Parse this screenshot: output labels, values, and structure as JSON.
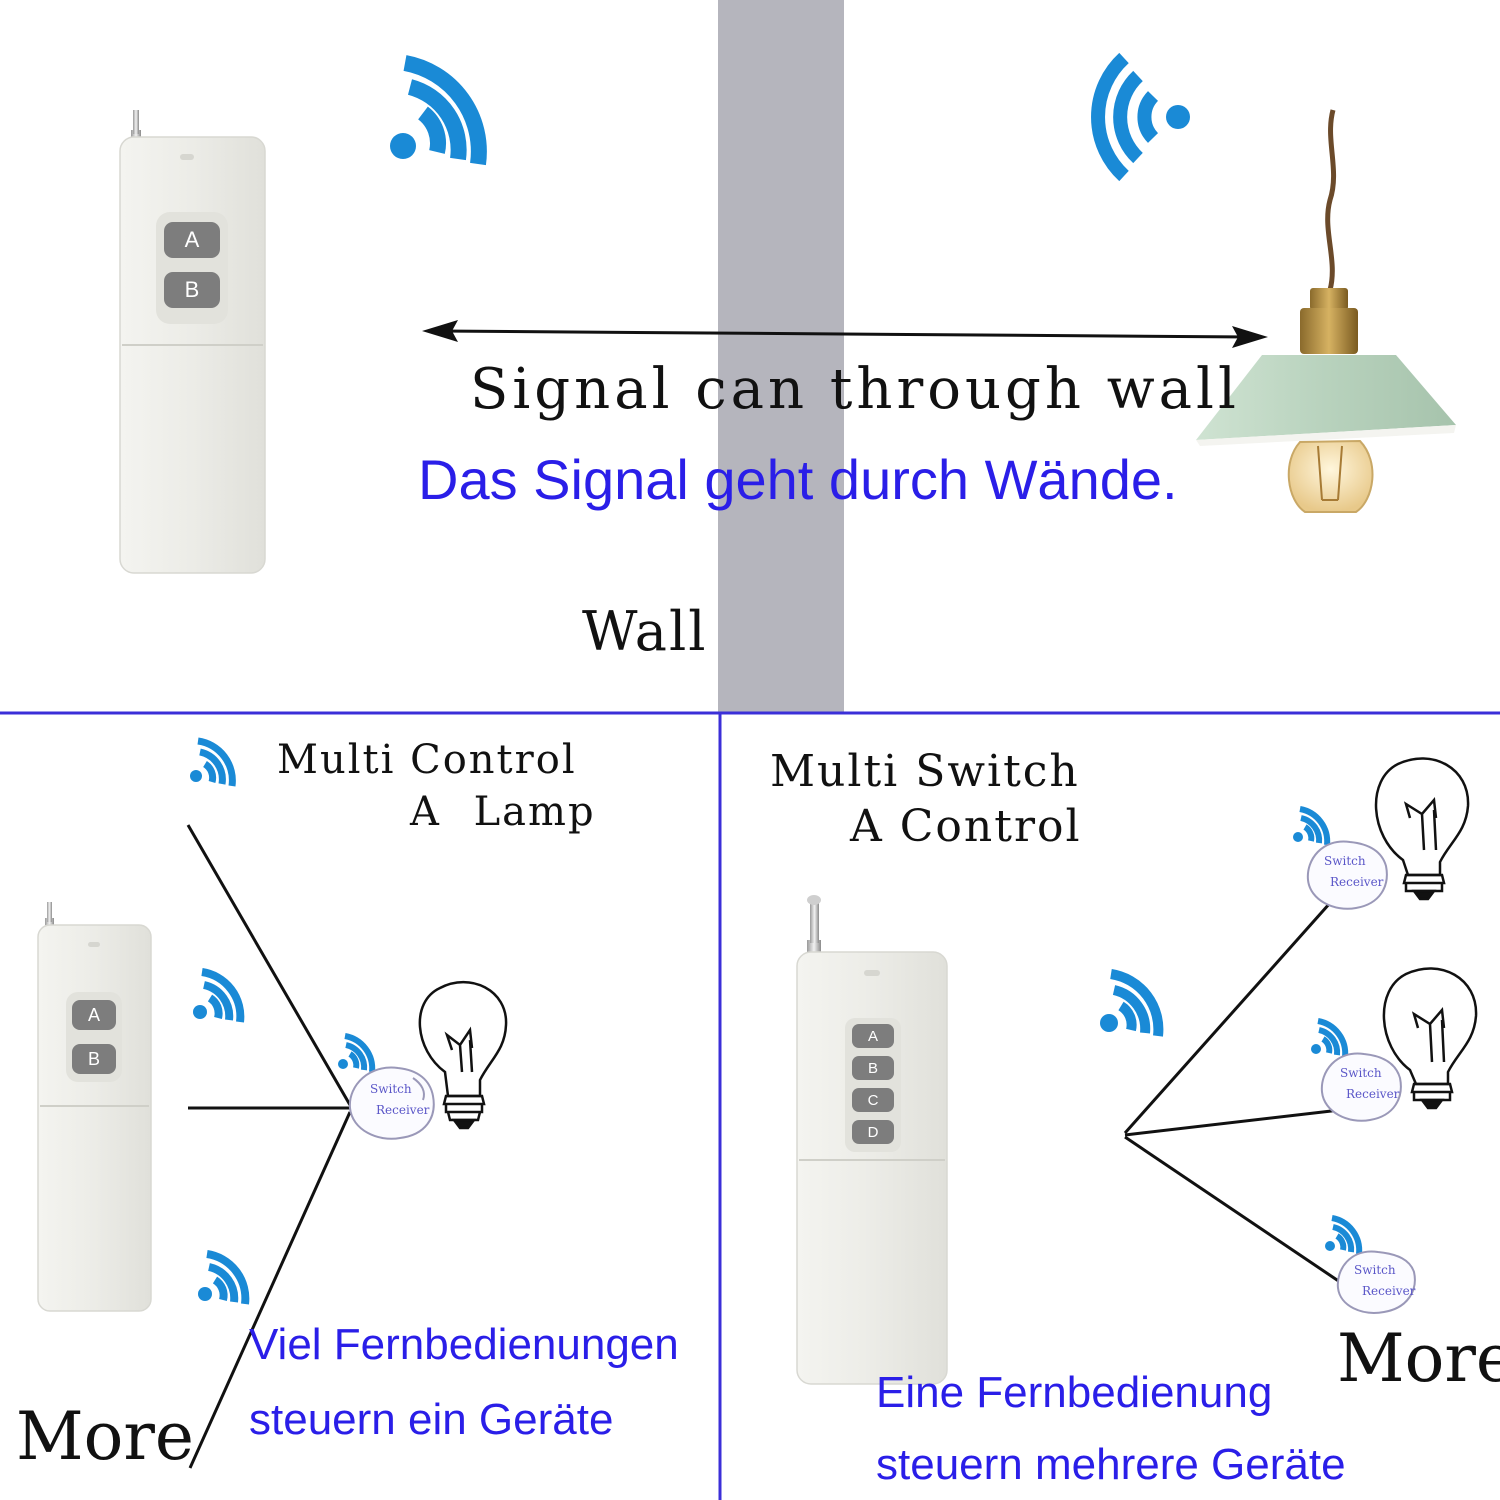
{
  "top": {
    "signal_en": "Signal can through wall",
    "signal_de": "Das Signal geht durch Wände.",
    "wall_label": "Wall",
    "remote_buttons": [
      "A",
      "B"
    ]
  },
  "left_panel": {
    "title_line1": "Multi Control",
    "title_line2": "A Lamp",
    "remote_buttons": [
      "A",
      "B"
    ],
    "receiver_line1": "Switch",
    "receiver_line2": "Receiver",
    "more": "More",
    "de_line1": "Viel Fernbedienungen",
    "de_line2": "steuern ein Geräte"
  },
  "right_panel": {
    "title_line1": "Multi Switch",
    "title_line2": "A Control",
    "remote_buttons": [
      "A",
      "B",
      "C",
      "D"
    ],
    "receiver_line1": "Switch",
    "receiver_line2": "Receiver",
    "more": "More",
    "de_line1": "Eine Fernbedienung",
    "de_line2": "steuern mehrere Geräte"
  },
  "colors": {
    "signal_blue": "#1a8ad6",
    "text_blue": "#2a1ee8",
    "divider": "#3b2fd8",
    "wall_gray": "#b5b5bd",
    "remote_body": "#efefea",
    "button_gray": "#7d7d7d",
    "shade_green": "#b8d2bd"
  },
  "icons": [
    "wifi-signal-icon",
    "remote-control-icon",
    "pendant-lamp-icon",
    "light-bulb-icon",
    "switch-receiver-icon",
    "double-arrow-icon"
  ]
}
